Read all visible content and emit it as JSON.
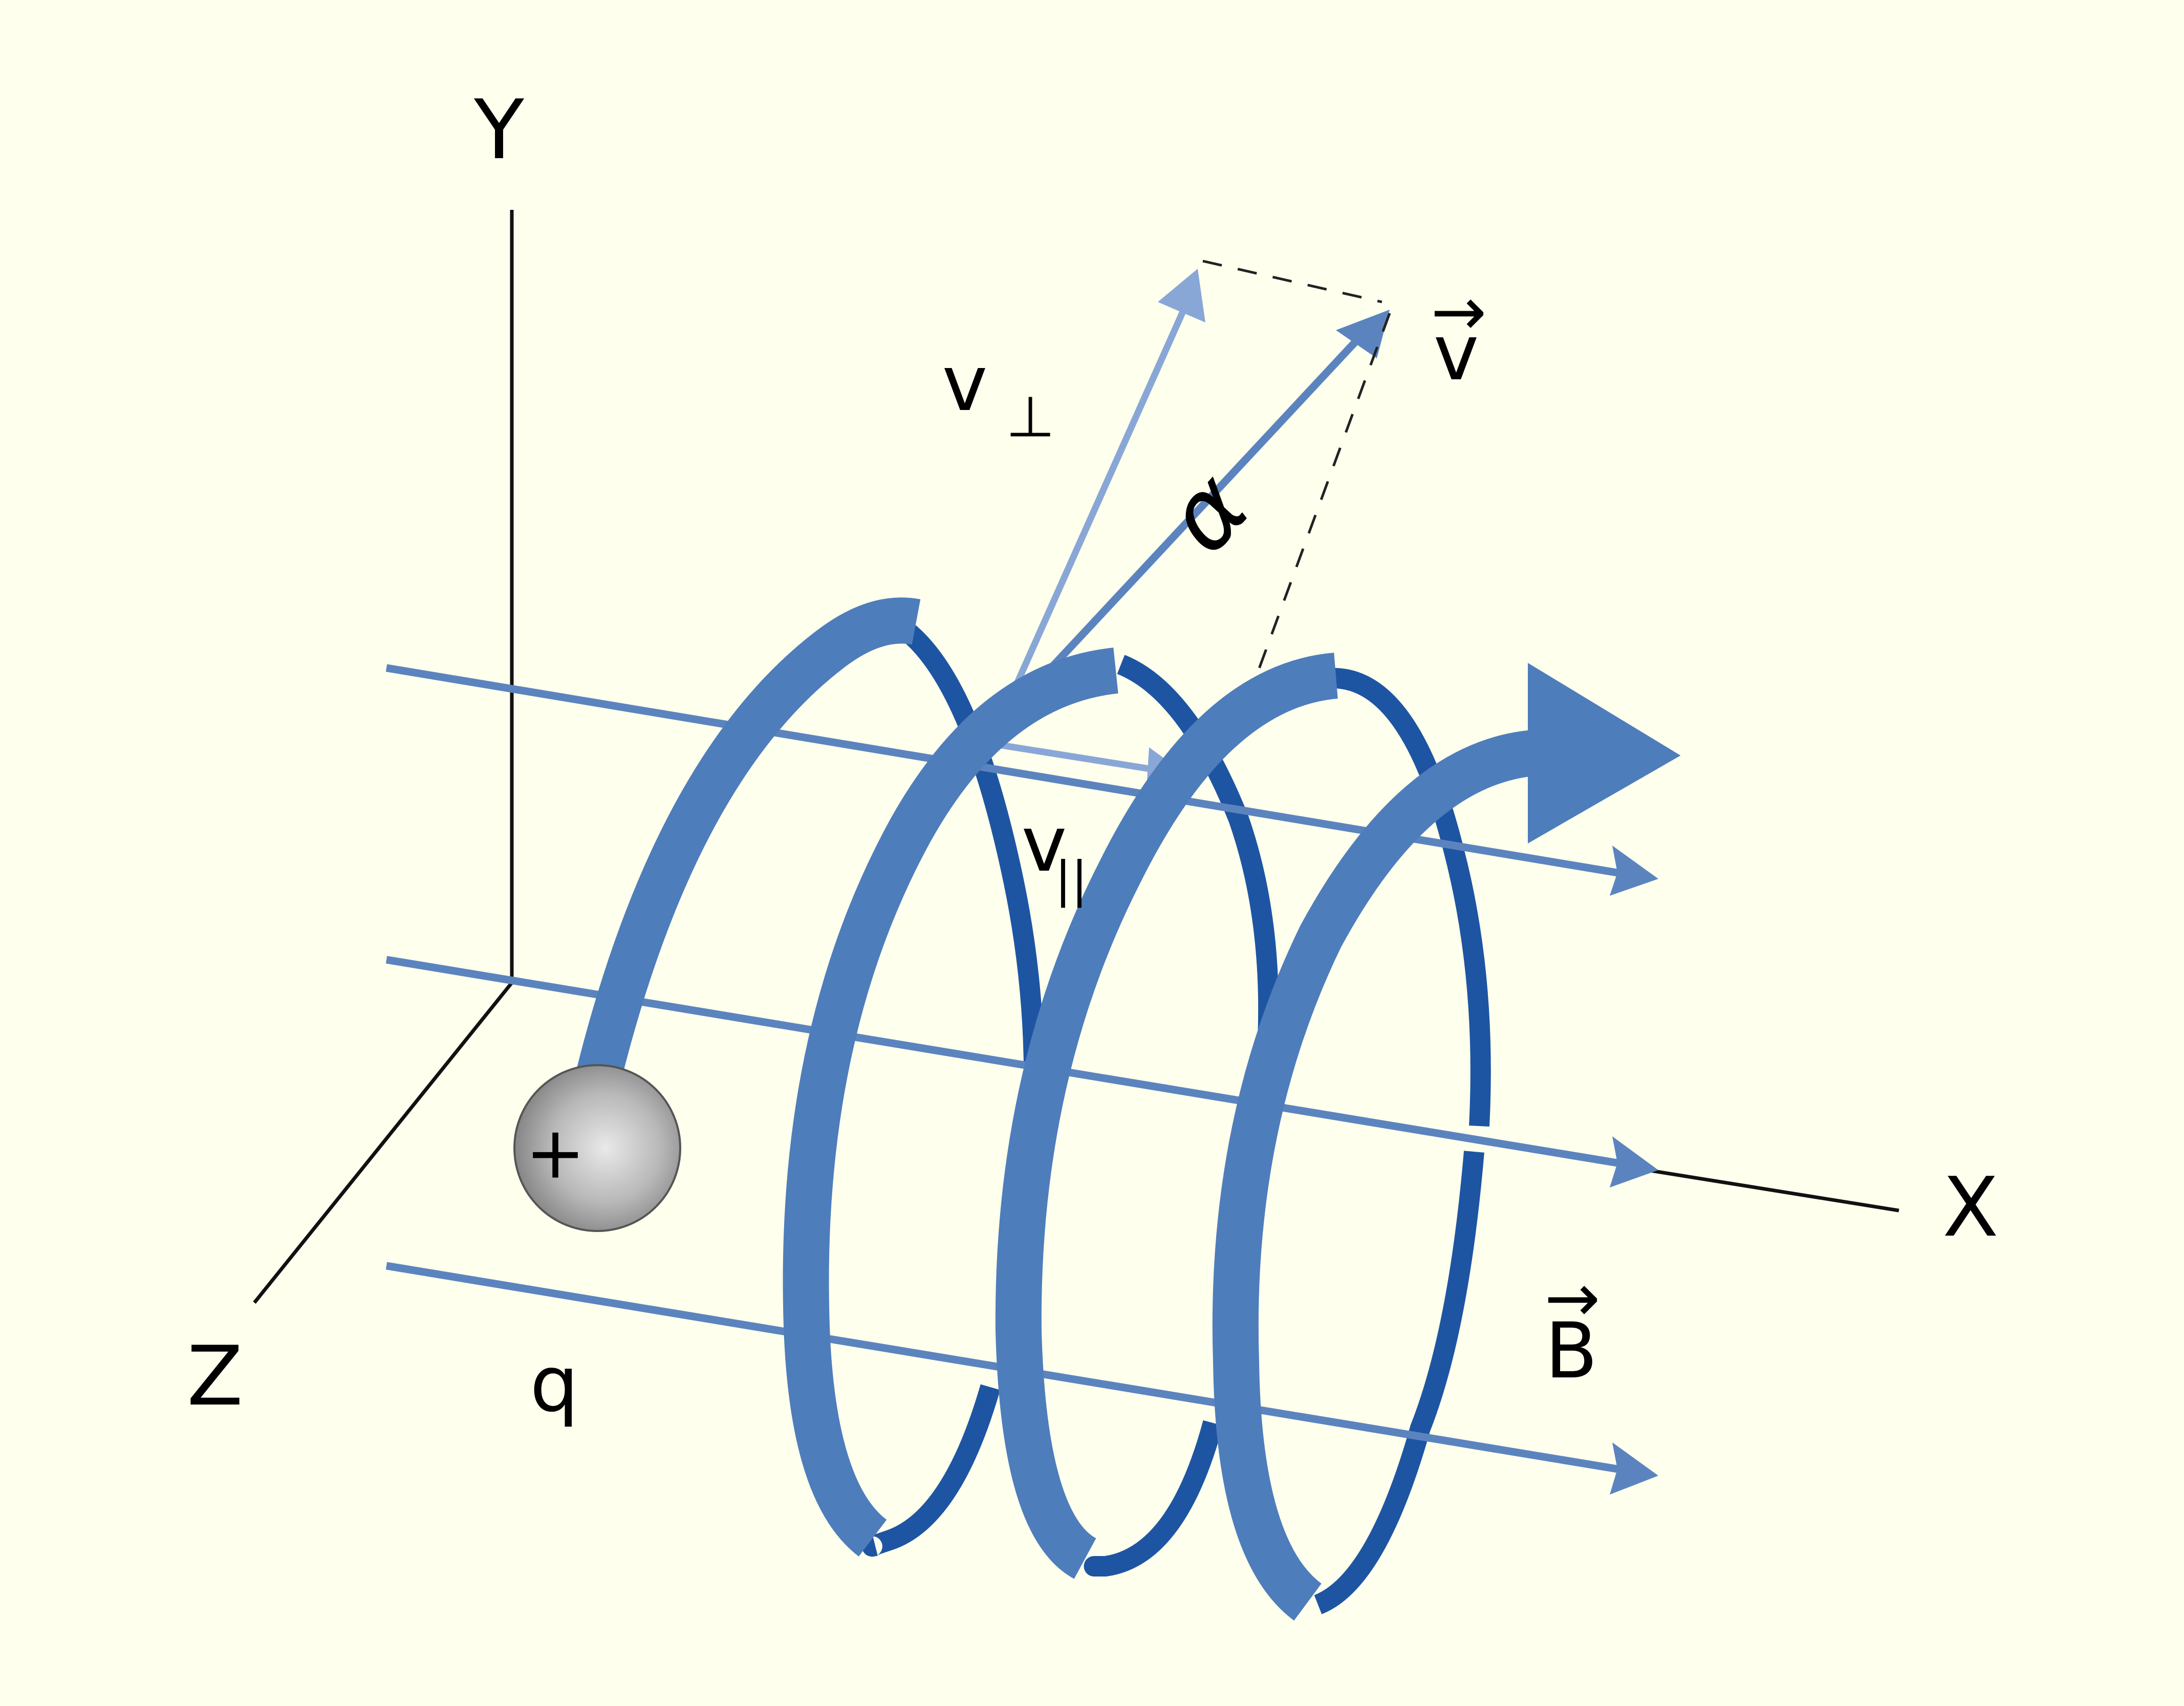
{
  "colors": {
    "background": "#FFFFEE",
    "helix_front": "#4E7DBB",
    "helix_back": "#1E55A2",
    "field_line": "#5B84BF",
    "velocity_light": "#89A7D6",
    "velocity": "#5B84BF",
    "axis": "#111111",
    "charge_fill": "#A9A9A9"
  },
  "axes": {
    "y": "Y",
    "z": "Z",
    "x": "X"
  },
  "labels": {
    "v_perp_main": "v",
    "v_perp_symbol": "⊥",
    "v_par_main": "v",
    "v_par_symbol": "||",
    "v_vec_main": "v",
    "vector_arrow": "→",
    "b_main": "B",
    "angle": "α",
    "charge_sign": "+",
    "charge_name": "q"
  },
  "icons": [
    "charge-sphere",
    "field-arrow",
    "velocity-arrow",
    "helix-path"
  ]
}
